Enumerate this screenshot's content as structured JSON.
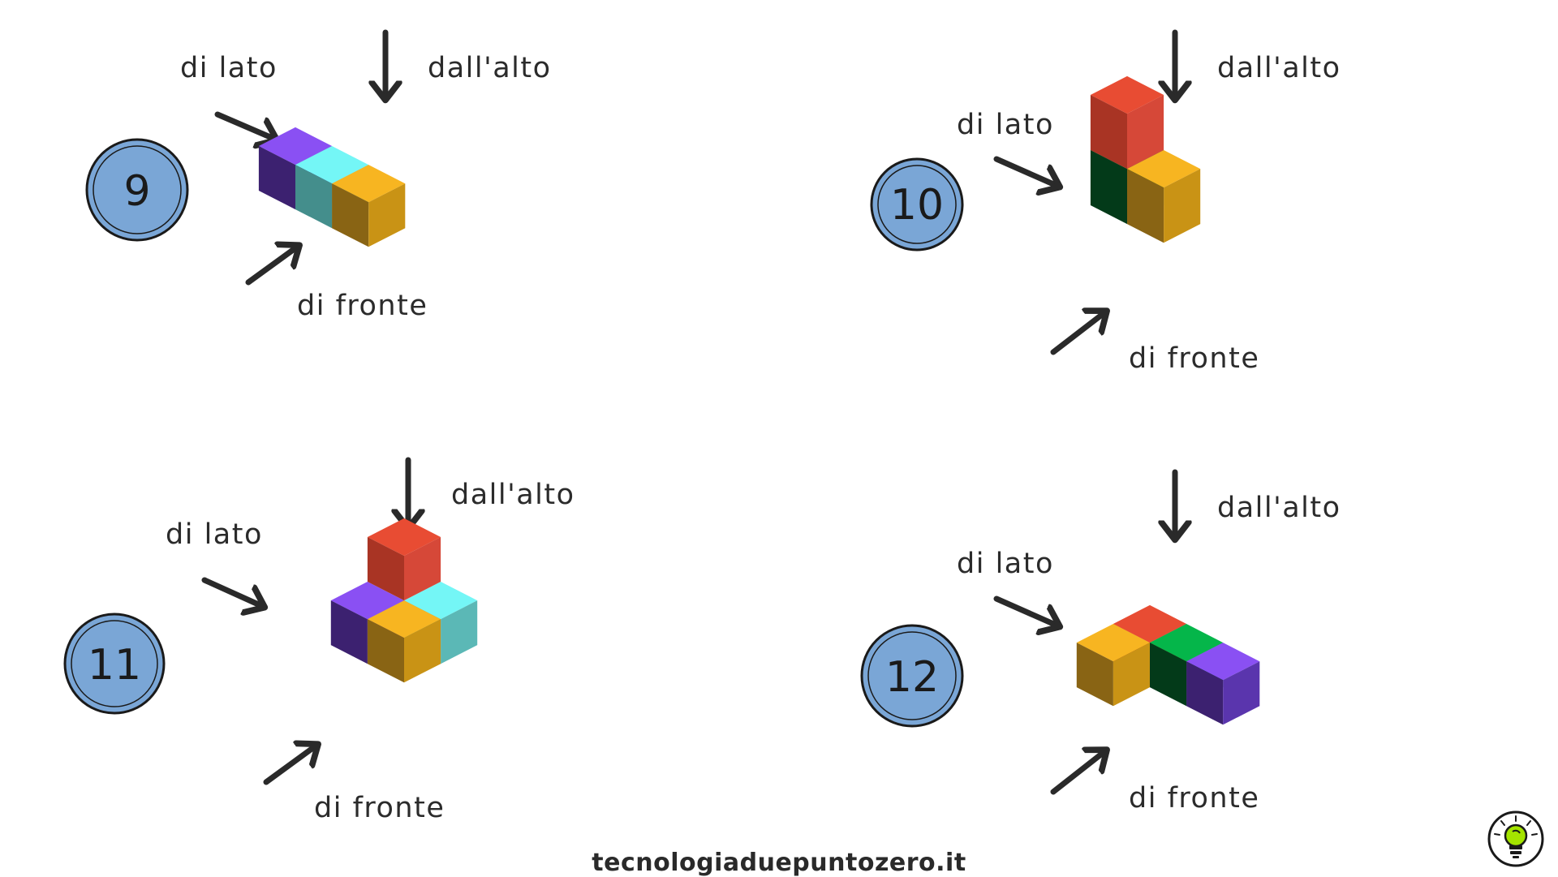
{
  "exercises": [
    {
      "number": "9",
      "label_top": "dall'alto",
      "label_side": "di lato",
      "label_front": "di fronte",
      "cube_colors": [
        "purple",
        "cyan",
        "yellow"
      ]
    },
    {
      "number": "10",
      "label_top": "dall'alto",
      "label_side": "di lato",
      "label_front": "di fronte",
      "cube_colors": [
        "green",
        "red",
        "yellow"
      ]
    },
    {
      "number": "11",
      "label_top": "dall'alto",
      "label_side": "di lato",
      "label_front": "di fronte",
      "cube_colors": [
        "red",
        "purple",
        "cyan",
        "yellow"
      ]
    },
    {
      "number": "12",
      "label_top": "dall'alto",
      "label_side": "di lato",
      "label_front": "di fronte",
      "cube_colors": [
        "red",
        "yellow",
        "green",
        "purple"
      ]
    }
  ],
  "palette": {
    "purple": [
      "#8a50f3",
      "#3c2170",
      "#5a35ad"
    ],
    "cyan": [
      "#74f6f6",
      "#448e8c",
      "#5bb8b6"
    ],
    "yellow": [
      "#f7b521",
      "#896414",
      "#c99315"
    ],
    "green": [
      "#05b64a",
      "#033a19",
      "#058036"
    ],
    "red": [
      "#e84c33",
      "#a93424",
      "#d64838"
    ],
    "badge_fill": "#7aa6d6",
    "badge_stroke": "#1a1a1a",
    "arrow": "#2a2a2a"
  },
  "footer": {
    "site": "tecnologiaduepuntozero.it",
    "logo_icon": "lightbulb-icon"
  }
}
